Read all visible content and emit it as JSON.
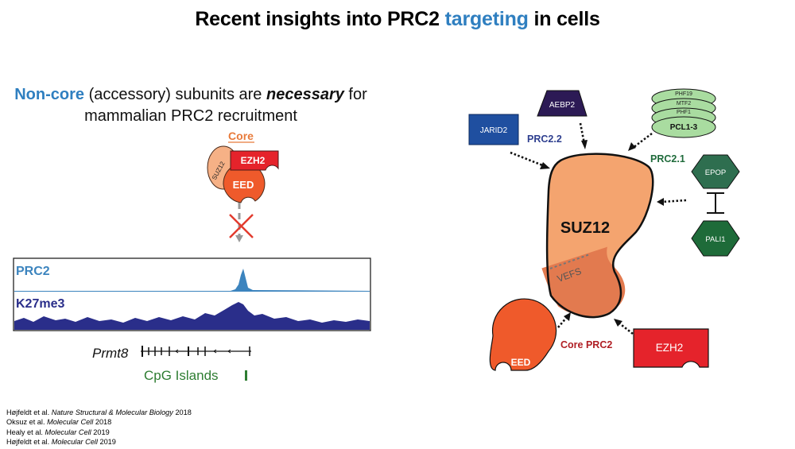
{
  "title": {
    "before": "Recent insights into PRC2 ",
    "highlight": "targeting",
    "after": " in cells",
    "highlight_color": "#2f7fc0"
  },
  "subtitle": {
    "part1_highlight": "Non-core",
    "part2": " (accessory) subunits are ",
    "part3_emphasis": "necessary",
    "part4": " for",
    "line2": "mammalian PRC2 recruitment"
  },
  "left_diagram": {
    "core_label": "Core",
    "subunits": {
      "suz12": "SUZ12",
      "ezh2": "EZH2",
      "eed": "EED"
    },
    "tracks": {
      "prc2": "PRC2",
      "k27me3": "K27me3"
    },
    "gene": "Prmt8",
    "cpg_label": "CpG Islands",
    "colors": {
      "prc2_track": "#3c84be",
      "k27_track": "#2a2e8a",
      "cross": "#e23b2e",
      "cpg": "#2e7d32"
    }
  },
  "right_diagram": {
    "center": "SUZ12",
    "vefs": "VEFS",
    "prc2_2_label": "PRC2.2",
    "prc2_1_label": "PRC2.1",
    "core_prc2_label": "Core PRC2",
    "jarid2": "JARID2",
    "aebp2": "AEBP2",
    "pcl_stack": [
      "PHF19",
      "MTF2",
      "PHF1"
    ],
    "pcl_label": "PCL1-3",
    "epop": "EPOP",
    "pali1": "PALI1",
    "eed": "EED",
    "ezh2": "EZH2",
    "colors": {
      "suz12_fill": "#f4a46f",
      "suz12_lower": "#e27a4f",
      "jarid2": "#1f4fa0",
      "aebp2": "#2c1a55",
      "pcl": "#a9dca0",
      "epop": "#2e6e4f",
      "pali1": "#1e6b39",
      "eed": "#ef5a2b",
      "ezh2": "#e5232b",
      "prc2_2_text": "#2e3f8f",
      "prc2_1_text": "#1f6b3b",
      "core_text": "#b01e24"
    }
  },
  "references": [
    {
      "authors": "Højfeldt et al. ",
      "journal": "Nature Structural & Molecular Biology",
      "year": " 2018"
    },
    {
      "authors": "Oksuz et al. ",
      "journal": "Molecular Cell",
      "year": " 2018"
    },
    {
      "authors": "Healy et al. ",
      "journal": "Molecular Cell",
      "year": " 2019"
    },
    {
      "authors": "Højfeldt et al. ",
      "journal": "Molecular Cell",
      "year": " 2019"
    }
  ]
}
